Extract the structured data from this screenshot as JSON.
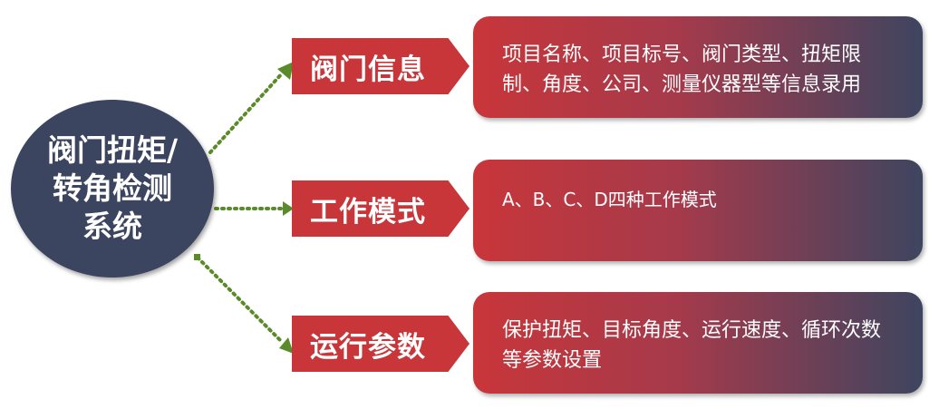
{
  "hub": {
    "title": "阀门扭矩/转角检测系统"
  },
  "branches": [
    {
      "label": "阀门信息",
      "description": "项目名称、项目标号、阀门类型、扭矩限制、角度、公司、测量仪器型等信息录用"
    },
    {
      "label": "工作模式",
      "description": "A、B、C、D四种工作模式"
    },
    {
      "label": "运行参数",
      "description": "保护扭矩、目标角度、运行速度、循环次数等参数设置"
    }
  ],
  "colors": {
    "hub": "#3c4560",
    "tag": "#c8363a",
    "panel_start": "#c8363a",
    "panel_end": "#3e4560",
    "connector": "#5a8a2a"
  }
}
